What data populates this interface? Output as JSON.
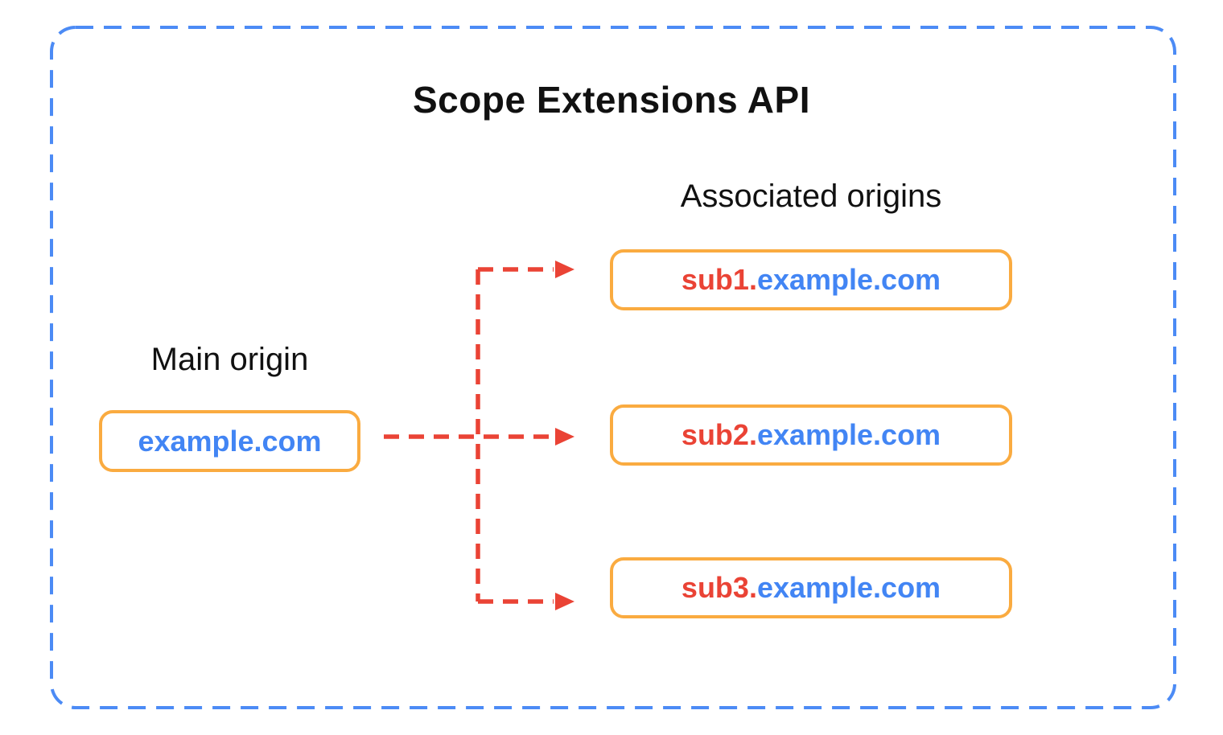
{
  "diagram": {
    "title": "Scope Extensions API",
    "main": {
      "label": "Main origin",
      "domain": "example.com"
    },
    "associated": {
      "label": "Associated origins",
      "nodes": [
        {
          "prefix": "sub1.",
          "suffix": "example.com"
        },
        {
          "prefix": "sub2.",
          "suffix": "example.com"
        },
        {
          "prefix": "sub3.",
          "suffix": "example.com"
        }
      ]
    }
  },
  "colors": {
    "background": "#FFFFFF",
    "border_blue": "#4C8BF5",
    "arrow_red": "#EA4335",
    "node_border_orange": "#FAAB40",
    "domain_blue": "#4285F4",
    "prefix_red": "#EA4335",
    "text_black": "#111111"
  }
}
